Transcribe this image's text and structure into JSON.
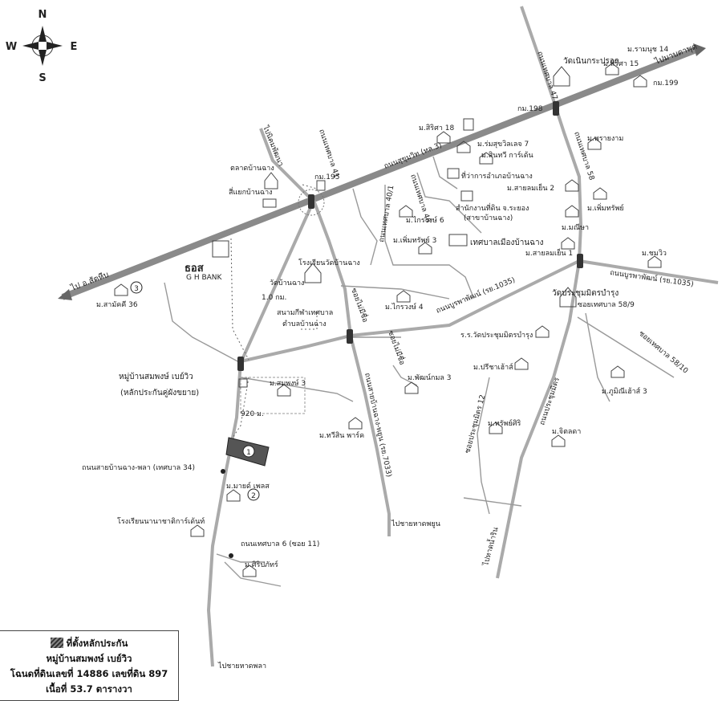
{
  "compass": {
    "n": "N",
    "s": "S",
    "e": "E",
    "w": "W"
  },
  "roads": {
    "sukhumvit": "ถนนสุขุมวิท (ทล.3)",
    "to_sattahip": "ไป อ.สัตหีบ",
    "to_map_ta_phut": "ไปมาบตาพุด",
    "to_ban_chang_beach": "ไปชายหาดพลา",
    "to_phayun_beach": "ไปชายหาดพยูน",
    "to_nam_rin": "ไปหาดน้ำริน",
    "to_nikhom_phatthana": "ไปนิคมพัฒนา",
    "ban_chang_phla": "ถนนสายบ้านฉาง-พลา (เทศบาล 34)",
    "burapha_phat_left": "ถนนบูรพาพัฒน์ (รย.1035)",
    "burapha_phat_right": "ถนนบูรพาพัฒน์ (รย.1035)",
    "tessaban_47": "ถนนเทศบาล 47",
    "tessaban_41": "ถนนเทศบาล 41",
    "tessaban_58": "ถนนเทศบาล 58",
    "tessaban_40_1": "ถนนเทศบาล 40/1",
    "tessaban_46": "ถนนเทศบาล 46",
    "tessaban_6": "ถนนเทศบาล 6 (ซอย 11)",
    "ban_chang_phayun": "ถนนสายบ้านฉาง-พยูน (รย.7033)",
    "prachum_mit": "ถนนประชุมมิตร",
    "soi_prachum_mit_12": "ซอยประชุมมิตร 12",
    "soi_tessaban_58_9": "ซอยเทศบาล 58/9",
    "soi_tessaban_58_10": "ซอยเทศบาล 58/10",
    "soi_mai_chue_1": "ซอยไม่มีชื่อ",
    "soi_mai_chue_2": "ซอยไม่มีชื่อ"
  },
  "km_markers": {
    "km195": "กม.195",
    "km198": "กม.198",
    "km199": "กม.199"
  },
  "places": {
    "wat_noen": "วัดเนินกระปรอก",
    "talat": "ตลาดบ้านฉาง",
    "sa_yaek": "สี่แยกบ้านฉาง",
    "amphoe": "ที่ว่าการอำเภอบ้านฉาง",
    "land_office_1": "สำนักงานที่ดิน จ.ระยอง",
    "land_office_2": "(สาขาบ้านฉาง)",
    "tessaban": "เทศบาลเมืองบ้านฉาง",
    "school_wat": "โรงเรียนวัดบ้านฉาง",
    "wat_ban_chang": "วัดบ้านฉาง",
    "stadium_1": "สนามกีฬาเทศบาล",
    "stadium_2": "ตำบลบ้านฉาง",
    "wat_prachum": "วัดประชุมมิตรบำรุง",
    "school_prachum": "ร.ร.วัดประชุมมิตรบำรุง",
    "intl_school": "โรงเรียนนานาชาติการ์เด้นท์",
    "ghb_brand": "ธอส",
    "ghb_sub": "G H BANK",
    "dist_1km": "1.0 กม.",
    "dist_920m": "920 ม."
  },
  "villages": {
    "ramnut": "ม.รามนุช 14",
    "sirisa15": "ม.สิริศา 15",
    "sirisa18": "ม.สิริศา 18",
    "romsuk": "ม.ร่มสุขวิลเลจ 7",
    "sinsap": "ม.สินทวี การ์เด้น",
    "pharai": "ม.พรายงาม",
    "sailom2": "ม.สายลมเย็น 2",
    "phoemsap_r": "ม.เพิ่มทรัพย์",
    "manita": "ม.มณีษา",
    "kraiwong6": "ม.ไกรวงษ์ 6",
    "phoemsap3": "ม.เพิ่มทรัพย์ 3",
    "sailom1": "ม.สายลมเย็น 1",
    "chomwiw": "ม.ชมวิว",
    "samakkhi": "ม.สามัคคี 36",
    "kraiwong4": "ม.ไกรวงษ์ 4",
    "pricha": "ม.ปรีชาเฮ้าส์",
    "phumin": "ม.ภูมิณีเฮ้าส์ 3",
    "somphong3": "ม.สมพงษ์ 3",
    "phatphon": "ม.พัฒน์กมล 3",
    "thawisin": "ม.ทวีสิน พาร์ค",
    "thongsiri": "ม.ทรัพย์ศิริ",
    "chitlada": "ม.จิตลดา",
    "majestic": "ม.มายด์ เพลส",
    "siriphat": "ม.ศิริปภัทร์"
  },
  "subject": {
    "name": "หมู่บ้านสมพงษ์ เบย์วิว",
    "note": "(หลักประกันคู่ผังขยาย)",
    "marker1": "1",
    "marker2": "2",
    "marker3": "3"
  },
  "legend": {
    "title": "ที่ตั้งหลักประกัน",
    "line2": "หมู่บ้านสมพงษ์ เบย์วิว",
    "line3": "โฉนดที่ดินเลขที่ 14886 เลขที่ดิน 897",
    "line4": "เนื้อที่ 53.7 ตารางวา"
  }
}
